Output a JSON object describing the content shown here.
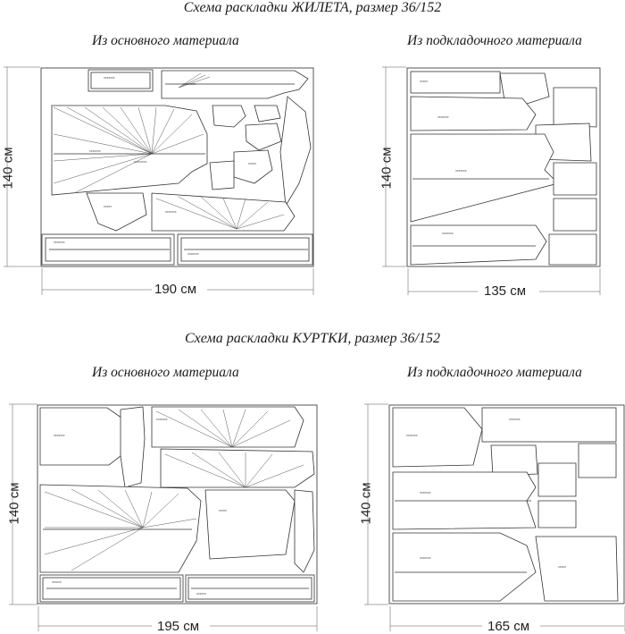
{
  "vest": {
    "title": "Схема раскладки ЖИЛЕТА, размер 36/152",
    "main": {
      "subtitle": "Из основного материала",
      "height": "140 см",
      "width": "190 см"
    },
    "lining": {
      "subtitle": "Из подкладочного материала",
      "height": "140 см",
      "width": "135 см"
    }
  },
  "jacket": {
    "title": "Схема раскладки КУРТКИ, размер 36/152",
    "main": {
      "subtitle": "Из основного материала",
      "height": "140 см",
      "width": "195 см"
    },
    "lining": {
      "subtitle": "Из подкладочного материала",
      "height": "140 см",
      "width": "165 см"
    }
  }
}
